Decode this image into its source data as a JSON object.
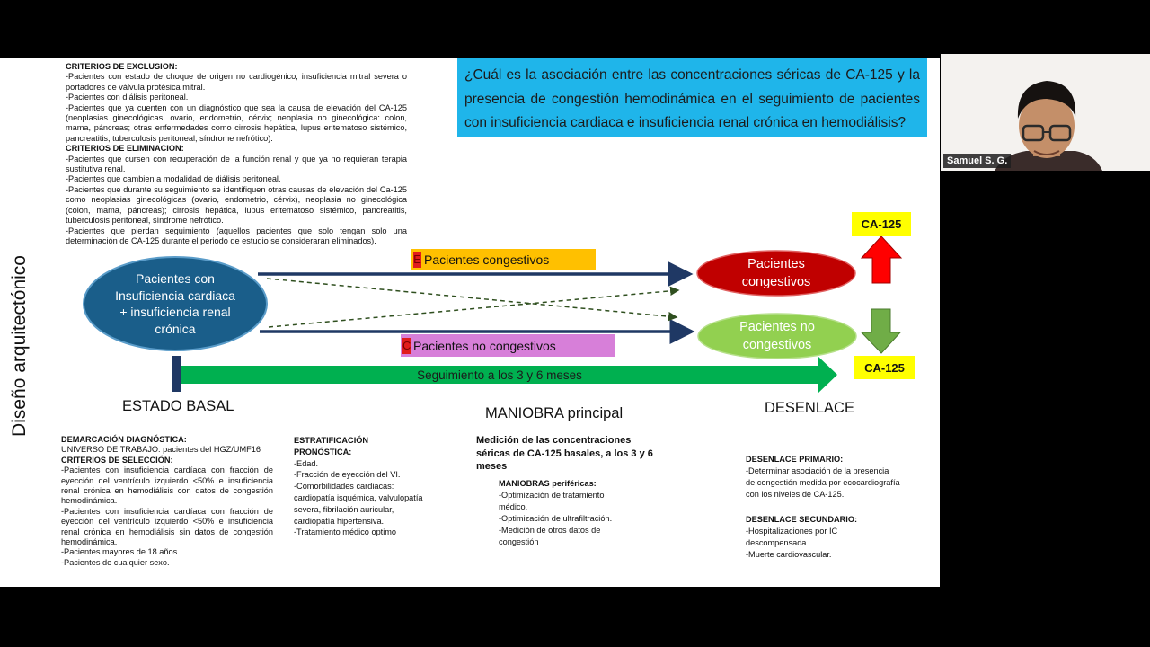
{
  "slide": {
    "vertical_title": "Diseño arquitectónico",
    "question": "¿Cuál es la asociación entre las concentraciones séricas de CA-125 y la presencia de congestión hemodinámica en el seguimiento de pacientes con insuficiencia cardiaca e insuficiencia renal crónica en hemodiálisis?",
    "criteria_top": {
      "exclusion_title": "CRITERIOS DE EXCLUSION:",
      "exclusion_items": [
        "-Pacientes con estado de choque de origen no cardiogénico, insuficiencia mitral severa o portadores de válvula protésica mitral.",
        "-Pacientes con diálisis peritoneal.",
        "-Pacientes que ya cuenten con un diagnóstico que sea la causa de elevación del CA-125 (neoplasias ginecológicas: ovario, endometrio, cérvix; neoplasia no ginecológica: colon, mama, páncreas; otras enfermedades como cirrosis hepática, lupus eritematoso sistémico, pancreatitis, tuberculosis peritoneal, síndrome nefrótico)."
      ],
      "elimination_title": "CRITERIOS DE ELIMINACION:",
      "elimination_items": [
        "-Pacientes que cursen con recuperación de la función renal y que ya no requieran terapia sustitutiva renal.",
        "-Pacientes que cambien a modalidad de diálisis peritoneal.",
        "-Pacientes que durante su seguimiento se identifiquen otras causas de elevación del Ca-125 como neoplasias ginecológicas (ovario, endometrio, cérvix), neoplasia no ginecológica (colon, mama, páncreas); cirrosis hepática, lupus eritematoso sistémico, pancreatitis, tuberculosis peritoneal, síndrome nefrótico.",
        "-Pacientes que pierdan seguimiento (aquellos pacientes que solo tengan solo una determinación de CA-125 durante el periodo de estudio se consideraran eliminados)."
      ]
    },
    "diagram": {
      "population": "Pacientes con Insuficiencia cardiaca + insuficiencia renal crónica",
      "congestive_label": "Pacientes congestivos",
      "congestive_letter": "E",
      "non_congestive_label": "Pacientes no congestivos",
      "non_congestive_letter": "C",
      "outcome_congestive": "Pacientes congestivos",
      "outcome_non_congestive": "Pacientes no congestivos",
      "ca125_up": "CA-125",
      "ca125_down": "CA-125",
      "followup": "Seguimiento a los 3 y 6 meses",
      "colors": {
        "population_ellipse": "#1a5e8a",
        "congestive_ellipse": "#c00000",
        "non_congestive_ellipse": "#92d050",
        "congestive_label_bg": "#ffc000",
        "non_congestive_label_bg": "#d77fd9",
        "followup_arrow": "#00b050",
        "arrow_up": "#ff0000",
        "arrow_down": "#70ad47",
        "question_bg": "#1fb5ea"
      }
    },
    "stages": {
      "baseline": "ESTADO BASAL",
      "maneuver": "MANIOBRA principal",
      "outcome": "DESENLACE"
    },
    "baseline_details": {
      "demarcation_title": "DEMARCACIÓN DIAGNÓSTICA:",
      "universe": "UNIVERSO DE TRABAJO: pacientes del HGZ/UMF16",
      "selection_title": "CRITERIOS DE SELECCIÓN:",
      "selection_items": [
        "-Pacientes con insuficiencia cardíaca con fracción de eyección del ventrículo izquierdo <50% e insuficiencia renal crónica en hemodiálisis con datos de congestión hemodinámica.",
        "-Pacientes con insuficiencia cardíaca con fracción de eyección del ventrículo izquierdo <50% e insuficiencia renal crónica en hemodiálisis sin datos de congestión hemodinámica.",
        "-Pacientes mayores de 18 años.",
        "-Pacientes de cualquier sexo."
      ]
    },
    "stratification": {
      "title": "ESTRATIFICACIÓN PRONÓSTICA:",
      "items": [
        "-Edad.",
        "-Fracción de eyección del VI.",
        "-Comorbilidades cardiacas: cardiopatía isquémica, valvulopatía severa, fibrilación auricular, cardiopatía hipertensiva.",
        "-Tratamiento médico optimo"
      ]
    },
    "maneuver_details": {
      "main": "Medición de las concentraciones séricas de CA-125 basales, a los 3 y 6 meses",
      "peripheral_title": "MANIOBRAS periféricas:",
      "peripheral_items": [
        "-Optimización de tratamiento médico.",
        "-Optimización de ultrafiltración.",
        "-Medición de otros datos de congestión"
      ]
    },
    "outcome_details": {
      "primary_title": "DESENLACE PRIMARIO:",
      "primary_text": "-Determinar asociación de la presencia de congestión medida por ecocardiografía con los niveles de CA-125.",
      "secondary_title": "DESENLACE SECUNDARIO:",
      "secondary_items": [
        "-Hospitalizaciones por IC descompensada.",
        "-Muerte cardiovascular."
      ]
    }
  },
  "video": {
    "participant_name": "Samuel S. G."
  }
}
